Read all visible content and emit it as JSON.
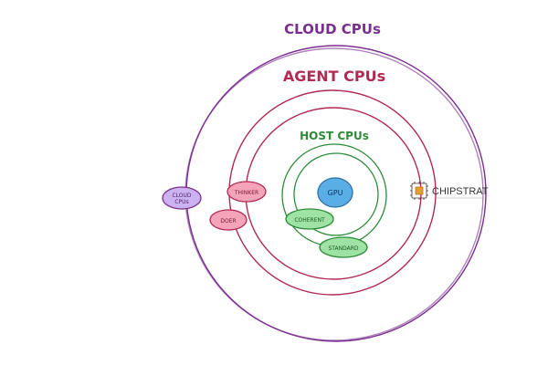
{
  "rings": {
    "cloud": {
      "label": "CLOUD CPUs",
      "color": "#7a2e8e"
    },
    "agent": {
      "label": "AGENT CPUs",
      "color": "#b02a52"
    },
    "host": {
      "label": "HOST CPUs",
      "color": "#2e8b3a"
    }
  },
  "nodes": {
    "gpu": {
      "label": "GPU",
      "fill": "#5aaee6",
      "stroke": "#2c6fa3",
      "text": "#0d3a66"
    },
    "coherent": {
      "label": "COHERENT",
      "fill": "#9fe3a4",
      "stroke": "#2e8b3a",
      "text": "#1d5a25"
    },
    "standard": {
      "label": "STANDARD",
      "fill": "#9fe3a4",
      "stroke": "#2e8b3a",
      "text": "#1d5a25"
    },
    "thinker": {
      "label": "THINKER",
      "fill": "#f4a3b8",
      "stroke": "#b02a52",
      "text": "#7a1a36"
    },
    "doer": {
      "label": "DOER",
      "fill": "#f4a3b8",
      "stroke": "#b02a52",
      "text": "#7a1a36"
    },
    "cloud_cpus": {
      "label_line1": "CLOUD",
      "label_line2": "CPUs",
      "fill": "#cdb2f2",
      "stroke": "#7a2e8e",
      "text": "#4a1f66"
    }
  },
  "logo": {
    "name": "CHIPSTRAT",
    "text_color": "#333333",
    "accent": "#e0a030"
  }
}
